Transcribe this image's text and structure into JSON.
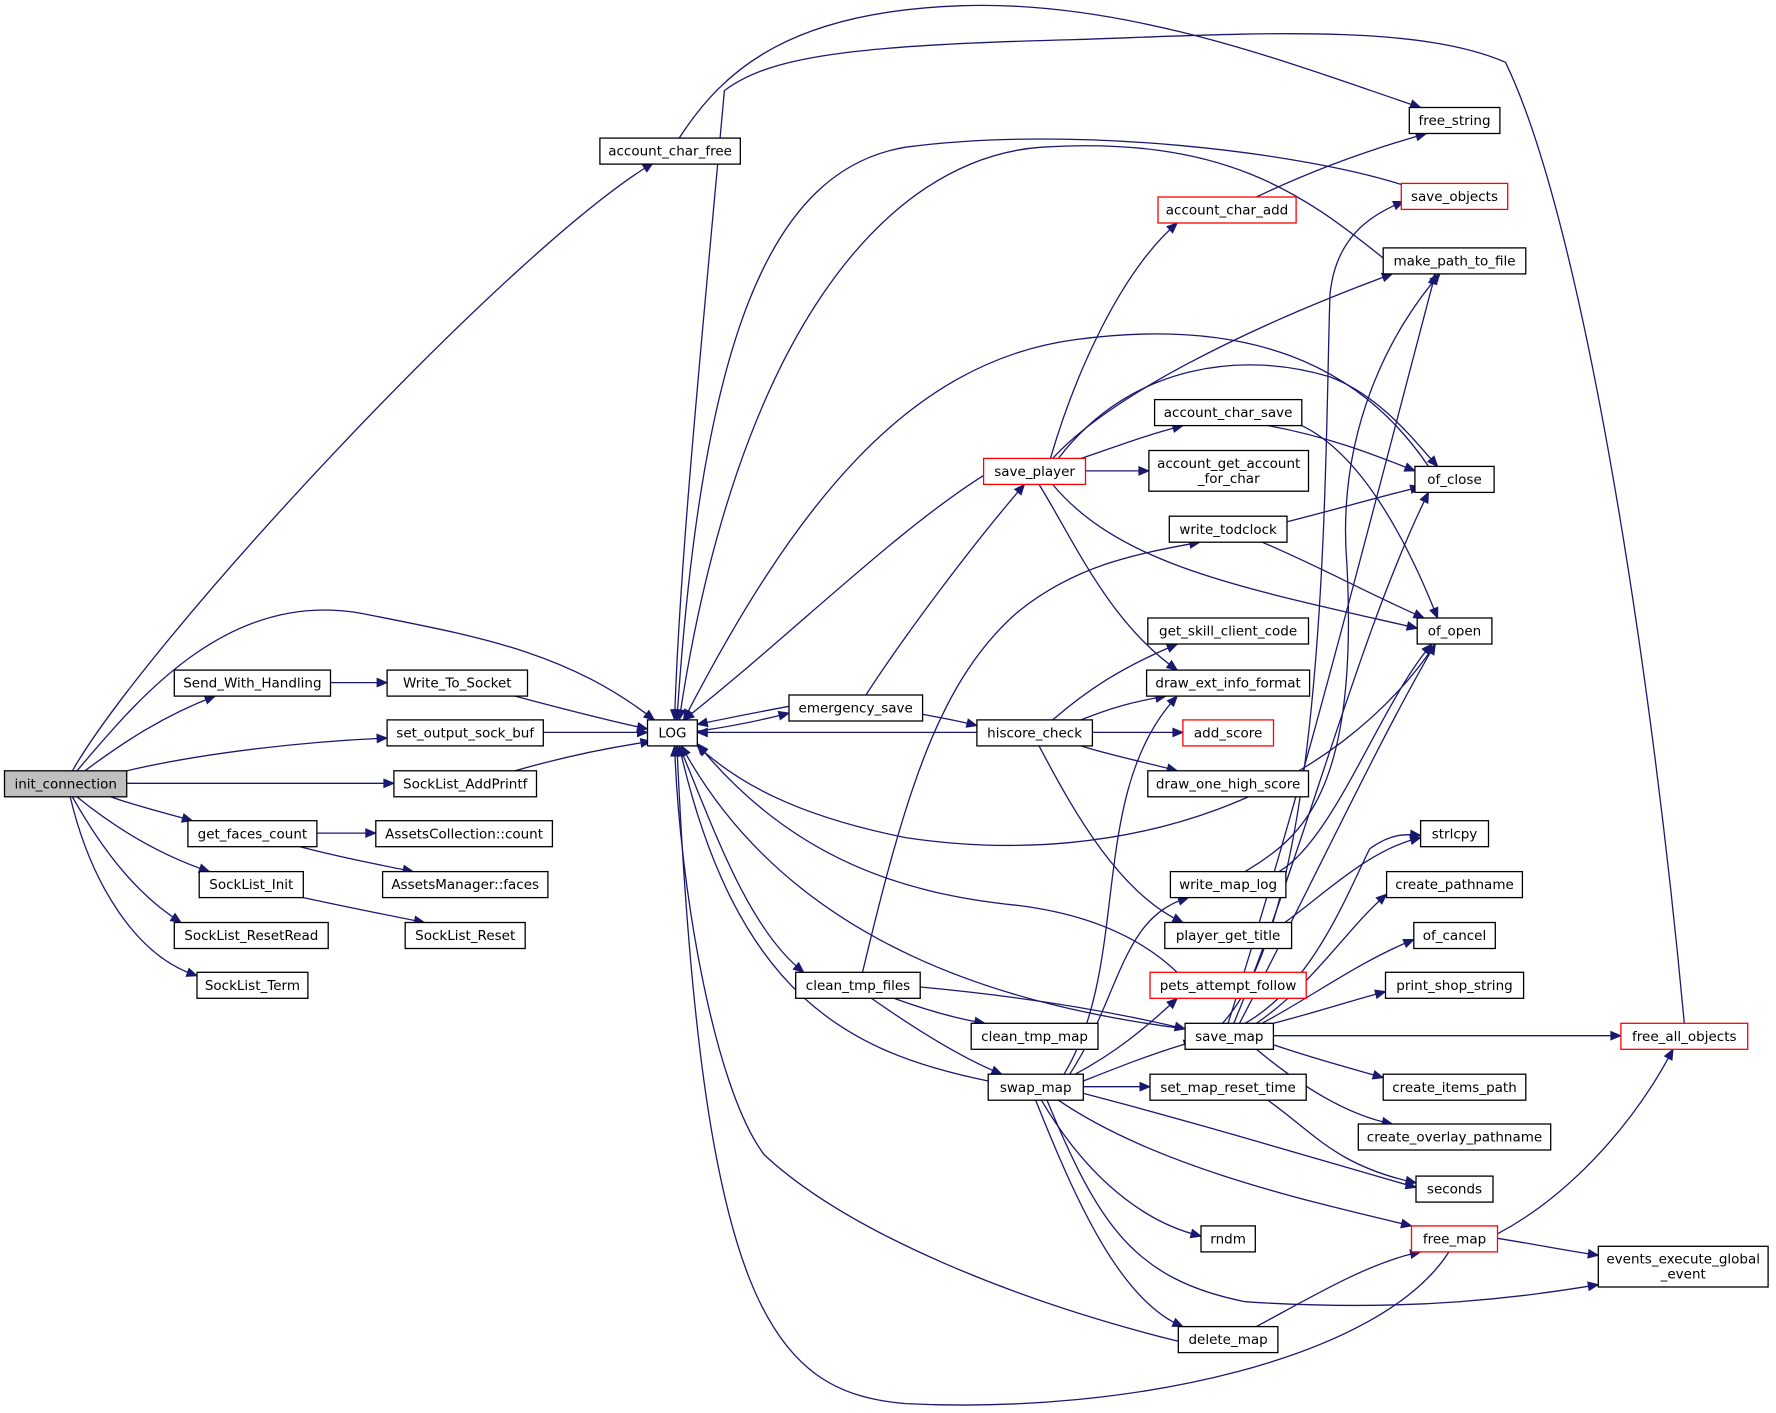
{
  "colors": {
    "edge": "#191970",
    "truncated_border": "#ff0000",
    "root_fill": "#bfbfbf"
  },
  "nodes": {
    "init_connection": "init_connection",
    "account_char_free": "account_char_free",
    "Send_With_Handling": "Send_With_Handling",
    "Write_To_Socket": "Write_To_Socket",
    "set_output_sock_buf": "set_output_sock_buf",
    "SockList_AddPrintf": "SockList_AddPrintf",
    "get_faces_count": "get_faces_count",
    "AssetsCollection_count": "AssetsCollection::count",
    "AssetsManager_faces": "AssetsManager::faces",
    "SockList_Init": "SockList_Init",
    "SockList_Reset": "SockList_Reset",
    "SockList_ResetRead": "SockList_ResetRead",
    "SockList_Term": "SockList_Term",
    "LOG": "LOG",
    "emergency_save": "emergency_save",
    "save_player": "save_player",
    "hiscore_check": "hiscore_check",
    "clean_tmp_files": "clean_tmp_files",
    "clean_tmp_map": "clean_tmp_map",
    "swap_map": "swap_map",
    "account_char_add": "account_char_add",
    "account_char_save": "account_char_save",
    "account_get_account_for_char": "account_get_account\n_for_char",
    "write_todclock": "write_todclock",
    "get_skill_client_code": "get_skill_client_code",
    "draw_ext_info_format": "draw_ext_info_format",
    "add_score": "add_score",
    "draw_one_high_score": "draw_one_high_score",
    "write_map_log": "write_map_log",
    "player_get_title": "player_get_title",
    "pets_attempt_follow": "pets_attempt_follow",
    "save_map": "save_map",
    "set_map_reset_time": "set_map_reset_time",
    "rndm": "rndm",
    "delete_map": "delete_map",
    "free_string": "free_string",
    "save_objects": "save_objects",
    "make_path_to_file": "make_path_to_file",
    "of_close": "of_close",
    "of_open": "of_open",
    "strlcpy": "strlcpy",
    "create_pathname": "create_pathname",
    "of_cancel": "of_cancel",
    "print_shop_string": "print_shop_string",
    "create_items_path": "create_items_path",
    "create_overlay_pathname": "create_overlay_pathname",
    "seconds": "seconds",
    "free_map": "free_map",
    "free_all_objects": "free_all_objects",
    "events_execute_global_event": "events_execute_global\n_event"
  }
}
